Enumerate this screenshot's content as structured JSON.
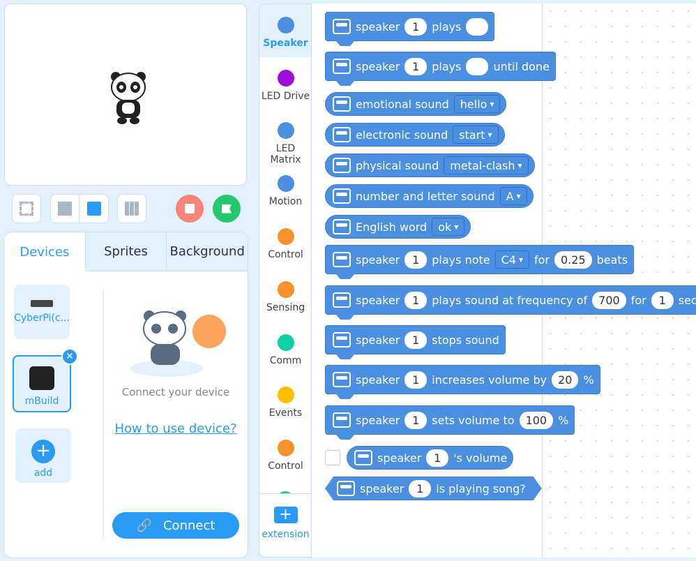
{
  "toolbar": {
    "fullscreen": "fullscreen-icon",
    "layout_small": "layout-small-icon",
    "layout_large": "layout-large-icon",
    "grid": "grid-icon",
    "stop": "stop-icon",
    "go": "green-flag-icon"
  },
  "device_panel": {
    "tabs": [
      "Devices",
      "Sprites",
      "Background"
    ],
    "devices": [
      {
        "label": "CyberPi(c..."
      },
      {
        "label": "mBuild"
      }
    ],
    "add_label": "add",
    "connect_hint": "Connect your device",
    "help_link": "How to use device?",
    "connect_button": "Connect"
  },
  "categories": [
    {
      "label": "Speaker",
      "color": "#4a8fe0"
    },
    {
      "label": "LED Drive",
      "color": "#9b0fd6"
    },
    {
      "label": "LED Matrix",
      "color": "#4a8fe0"
    },
    {
      "label": "Motion",
      "color": "#4a8fe0"
    },
    {
      "label": "Control",
      "color": "#f7922a"
    },
    {
      "label": "Sensing",
      "color": "#f7922a"
    },
    {
      "label": "Comm",
      "color": "#12cfa8"
    },
    {
      "label": "Events",
      "color": "#ffbf00"
    },
    {
      "label": "Control",
      "color": "#f7922a"
    }
  ],
  "extension_label": "extension",
  "blocks": [
    {
      "shape": "stack",
      "parts": [
        {
          "t": "speaker"
        },
        {
          "i": "1"
        },
        {
          "t": "plays"
        },
        {
          "i": ""
        }
      ]
    },
    {
      "shape": "stack",
      "parts": [
        {
          "t": "speaker"
        },
        {
          "i": "1"
        },
        {
          "t": "plays"
        },
        {
          "i": ""
        },
        {
          "t": "until done"
        }
      ]
    },
    {
      "shape": "pill",
      "parts": [
        {
          "t": "emotional sound"
        },
        {
          "d": "hello"
        }
      ]
    },
    {
      "shape": "pill",
      "parts": [
        {
          "t": "electronic sound"
        },
        {
          "d": "start"
        }
      ]
    },
    {
      "shape": "pill",
      "parts": [
        {
          "t": "physical sound"
        },
        {
          "d": "metal-clash"
        }
      ]
    },
    {
      "shape": "pill",
      "parts": [
        {
          "t": "number and letter sound"
        },
        {
          "d": "A"
        }
      ]
    },
    {
      "shape": "pill",
      "parts": [
        {
          "t": "English word"
        },
        {
          "d": "ok"
        }
      ]
    },
    {
      "shape": "stack",
      "parts": [
        {
          "t": "speaker"
        },
        {
          "i": "1"
        },
        {
          "t": "plays note"
        },
        {
          "d": "C4"
        },
        {
          "t": "for"
        },
        {
          "i": "0.25"
        },
        {
          "t": "beats"
        }
      ]
    },
    {
      "shape": "stack",
      "parts": [
        {
          "t": "speaker"
        },
        {
          "i": "1"
        },
        {
          "t": "plays sound at frequency of"
        },
        {
          "i": "700"
        },
        {
          "t": "for"
        },
        {
          "i": "1"
        },
        {
          "t": "secs"
        }
      ]
    },
    {
      "shape": "stack",
      "parts": [
        {
          "t": "speaker"
        },
        {
          "i": "1"
        },
        {
          "t": "stops sound"
        }
      ]
    },
    {
      "shape": "stack",
      "parts": [
        {
          "t": "speaker"
        },
        {
          "i": "1"
        },
        {
          "t": "increases volume by"
        },
        {
          "i": "20"
        },
        {
          "t": "%"
        }
      ]
    },
    {
      "shape": "stack",
      "parts": [
        {
          "t": "speaker"
        },
        {
          "i": "1"
        },
        {
          "t": "sets volume to"
        },
        {
          "i": "100"
        },
        {
          "t": "%"
        }
      ]
    },
    {
      "shape": "pill",
      "checkbox": true,
      "parts": [
        {
          "t": "speaker"
        },
        {
          "i": "1"
        },
        {
          "t": "'s volume"
        }
      ]
    },
    {
      "shape": "hex",
      "parts": [
        {
          "t": "speaker"
        },
        {
          "i": "1"
        },
        {
          "t": "is playing song?"
        }
      ]
    }
  ]
}
